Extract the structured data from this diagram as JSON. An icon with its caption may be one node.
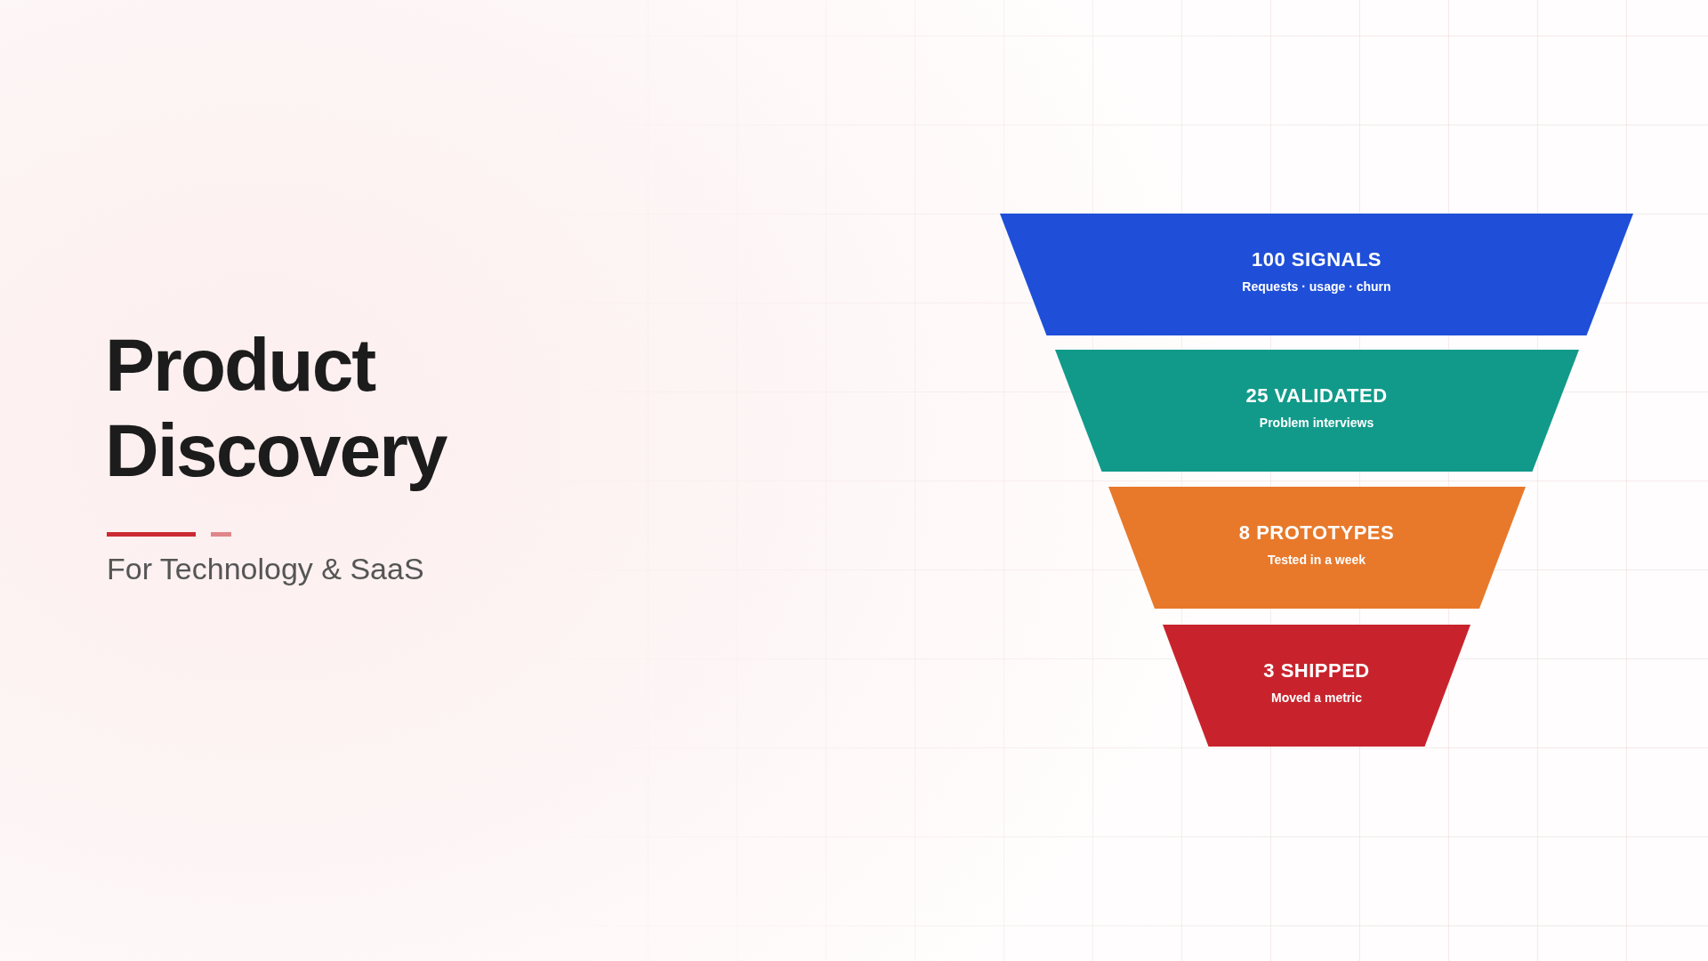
{
  "diagram": {
    "title": "Product Discovery",
    "nodes": [
      {
        "text": [
          "100 SIGNALS",
          "Requests · usage · churn"
        ]
      },
      {
        "text": [
          "25 VALIDATED",
          "Problem interviews"
        ]
      },
      {
        "text": [
          "8 PROTOTYPES",
          "Tested in a week"
        ]
      },
      {
        "text": [
          "3 SHIPPED",
          "Moved a metric"
        ]
      }
    ],
    "labels": [
      "For Technology & SaaS"
    ]
  }
}
